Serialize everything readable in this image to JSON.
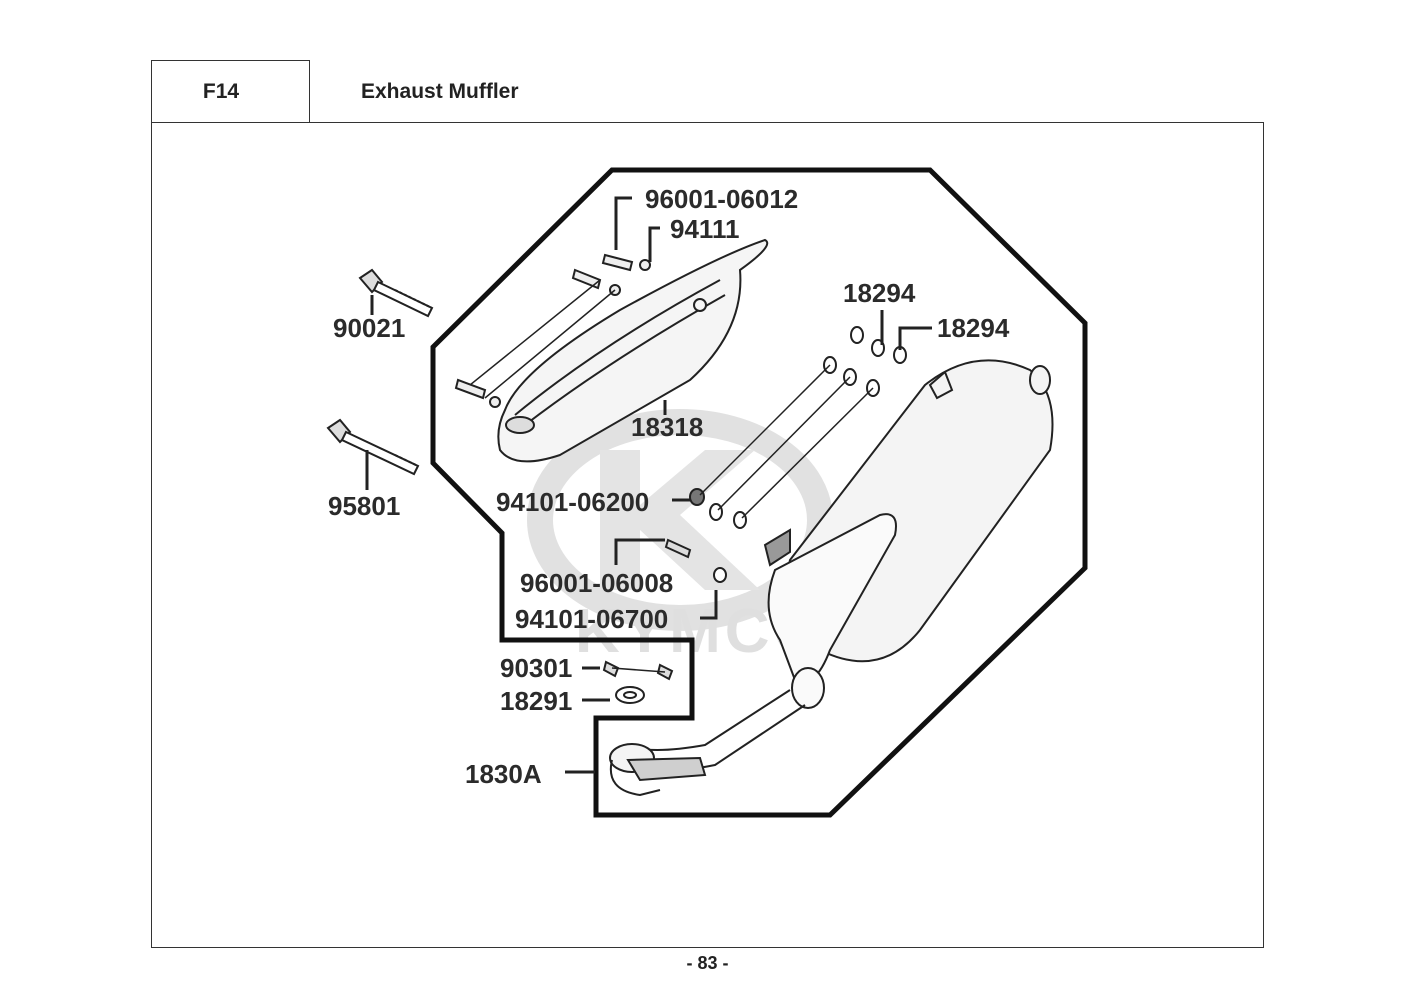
{
  "header": {
    "code": "F14",
    "title": "Exhaust Muffler"
  },
  "watermark": "KYMCO",
  "parts": {
    "p96001_06012": "96001-06012",
    "p94111": "94111",
    "p90021": "90021",
    "p18294_a": "18294",
    "p18294_b": "18294",
    "p18318": "18318",
    "p95801": "95801",
    "p94101_06200": "94101-06200",
    "p96001_06008": "96001-06008",
    "p94101_06700": "94101-06700",
    "p90301": "90301",
    "p18291": "18291",
    "p1830A": "1830A"
  },
  "footer": {
    "page": "- 83 -"
  }
}
